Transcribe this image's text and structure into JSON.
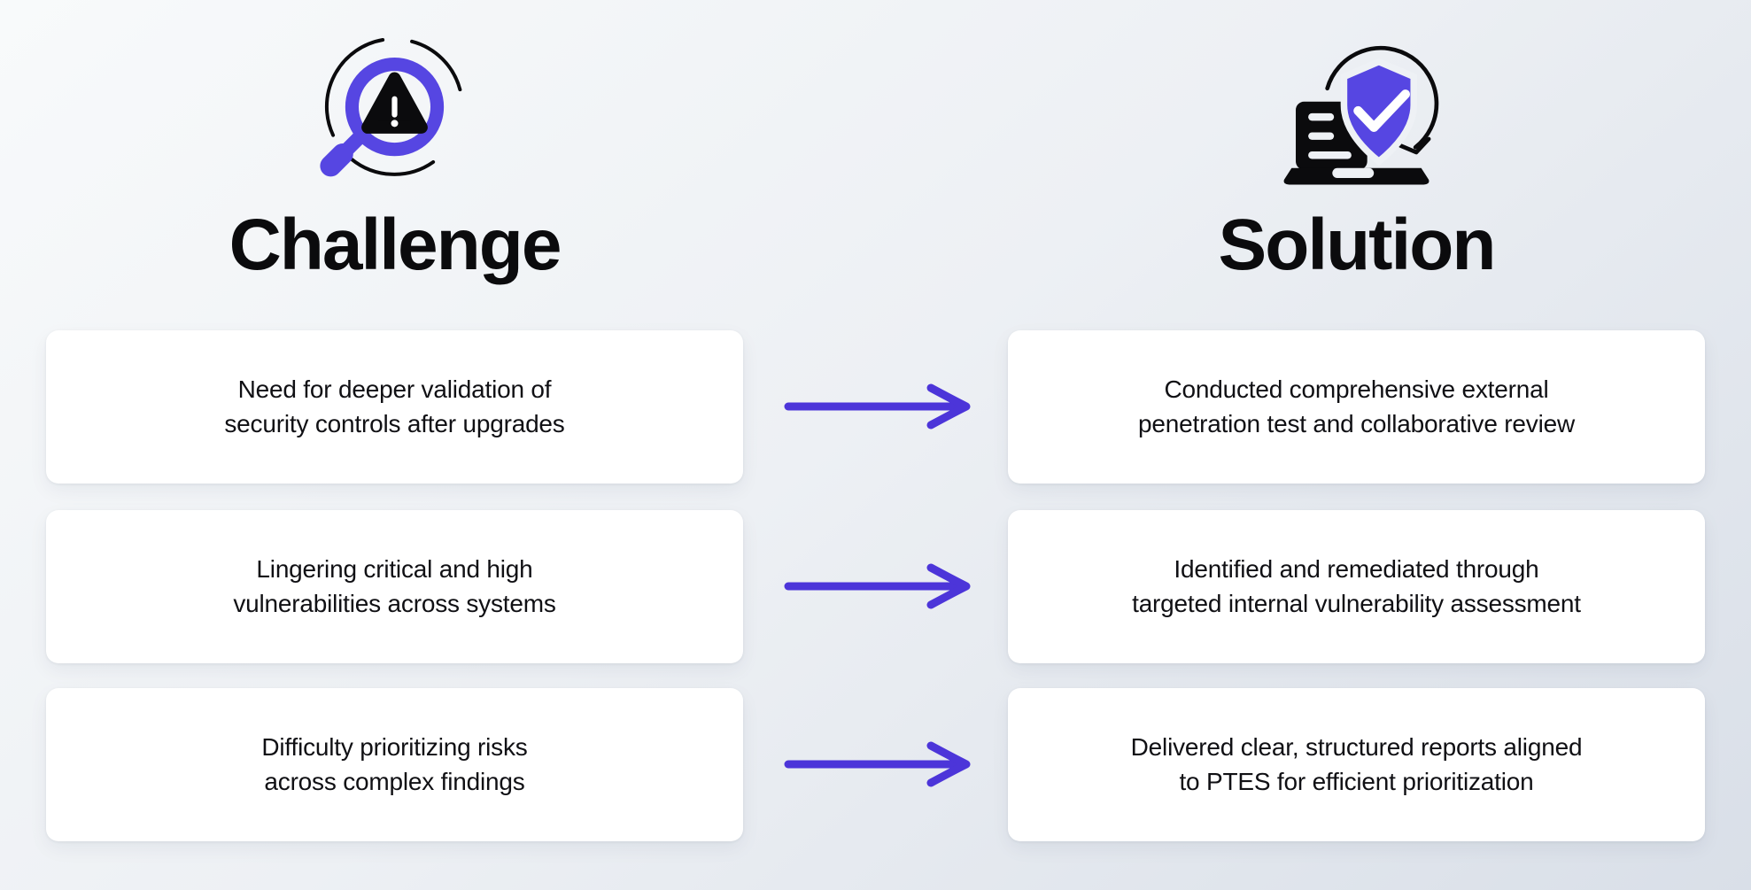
{
  "columns": {
    "challenge": {
      "title": "Challenge",
      "icon": "magnifier-warning-icon"
    },
    "solution": {
      "title": "Solution",
      "icon": "laptop-shield-check-icon"
    }
  },
  "rows": [
    {
      "challenge": "Need for deeper validation of\nsecurity controls after upgrades",
      "solution": "Conducted comprehensive external\npenetration test and collaborative review"
    },
    {
      "challenge": "Lingering critical and high\nvulnerabilities across systems",
      "solution": "Identified and remediated through\ntargeted internal vulnerability assessment"
    },
    {
      "challenge": "Difficulty prioritizing risks\nacross complex findings",
      "solution": "Delivered clear, structured reports aligned\nto PTES for efficient prioritization"
    }
  ],
  "colors": {
    "accent": "#5646E2",
    "arrow": "#4C35D9",
    "ink": "#0B0B0D",
    "text": "#101014",
    "card": "#FFFFFF",
    "halo": "#EEF1F5",
    "bgTop": "#F8FAFB",
    "bgMid": "#EDF0F4",
    "bgBottom": "#D9DFE8"
  }
}
